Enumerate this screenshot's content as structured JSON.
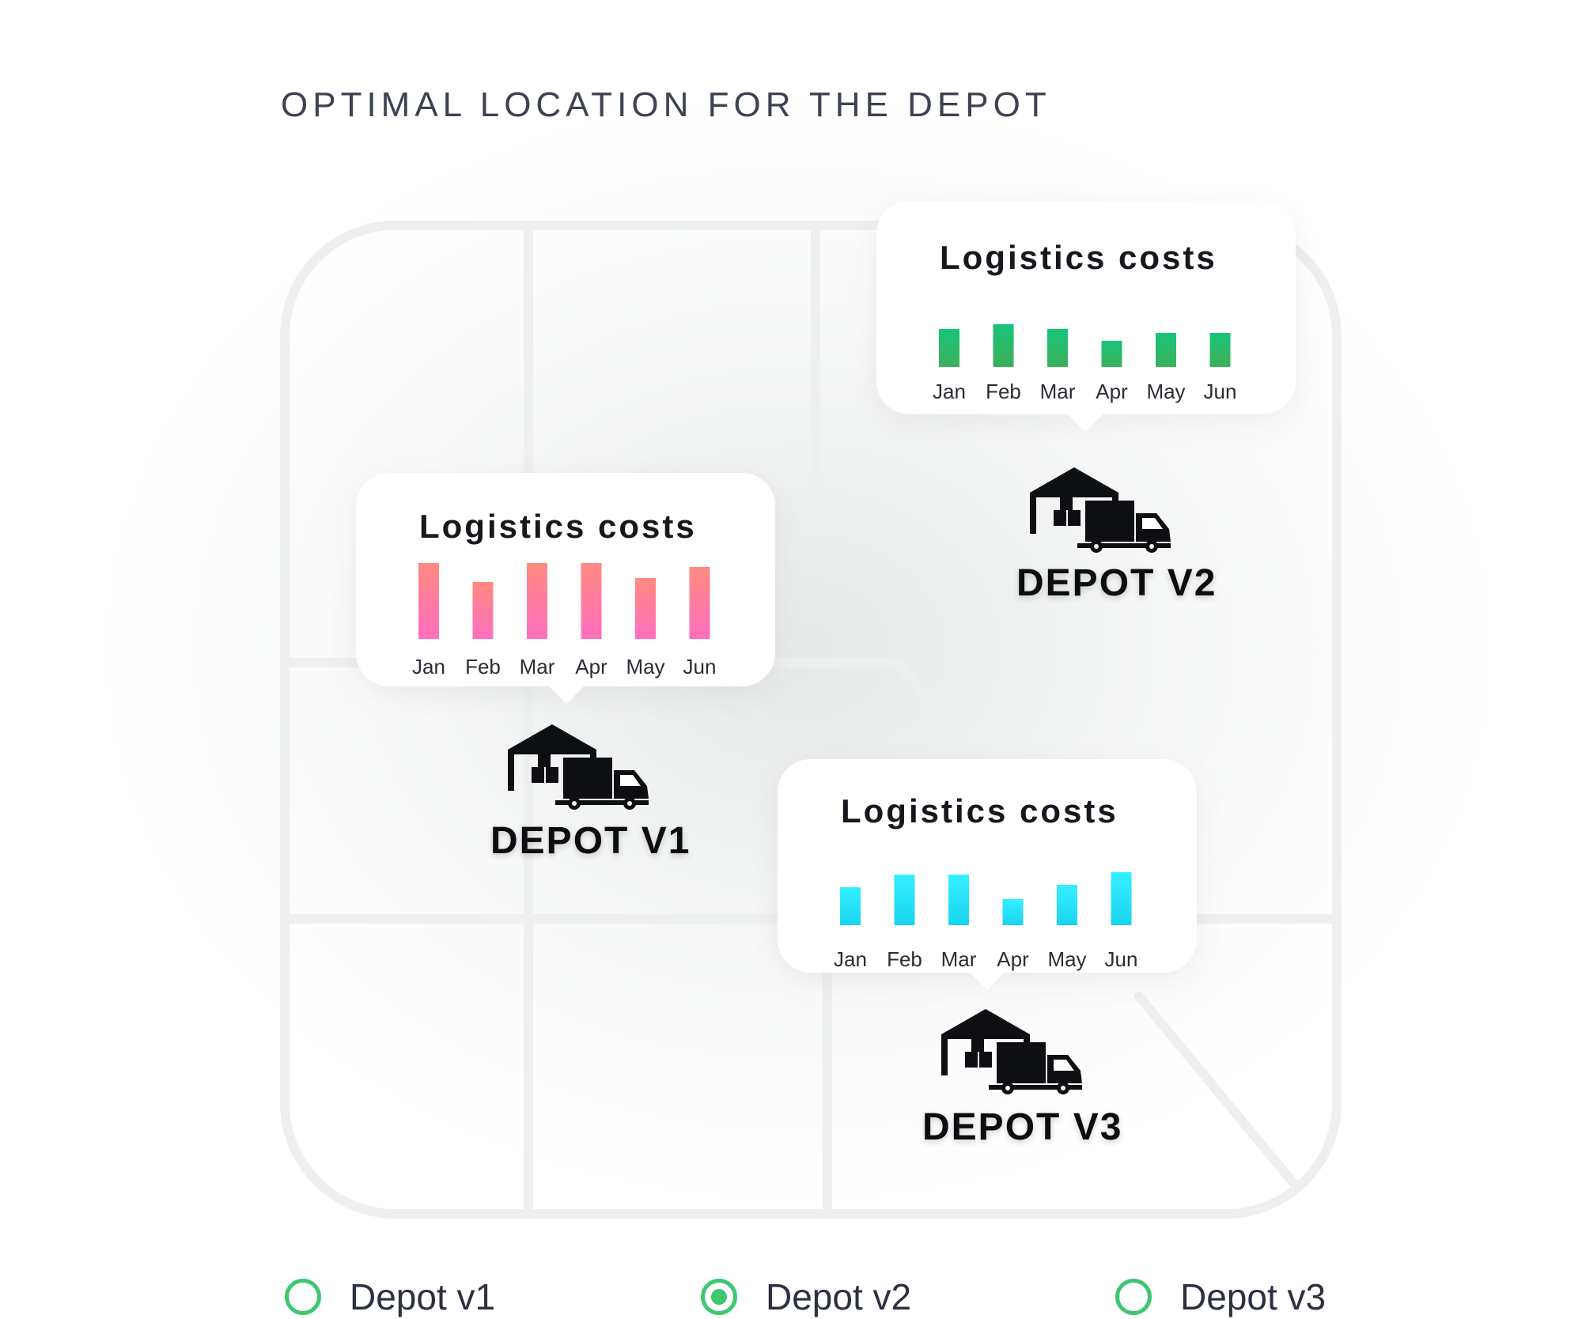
{
  "page": {
    "title": "OPTIMAL LOCATION FOR THE DEPOT"
  },
  "colors": {
    "accent_green": "#3fc673",
    "v1_bar_top": "#ff8a80",
    "v1_bar_bottom": "#ff6fbf",
    "v2_bar_top": "#17c47a",
    "v2_bar_bottom": "#3cb05a",
    "v3_bar_top": "#35f0ff",
    "v3_bar_bottom": "#19d4ef"
  },
  "depots": [
    {
      "id": "v1",
      "label": "DEPOT V1",
      "icon": "warehouse-truck-icon",
      "popup": {
        "title": "Logistics costs",
        "chart_data": {
          "type": "bar",
          "categories": [
            "Jan",
            "Feb",
            "Mar",
            "Apr",
            "May",
            "Jun"
          ],
          "values": [
            96,
            72,
            96,
            96,
            77,
            91
          ],
          "ylim": [
            0,
            100
          ]
        }
      }
    },
    {
      "id": "v2",
      "label": "DEPOT V2",
      "icon": "warehouse-truck-icon",
      "popup": {
        "title": "Logistics costs",
        "chart_data": {
          "type": "bar",
          "categories": [
            "Jan",
            "Feb",
            "Mar",
            "Apr",
            "May",
            "Jun"
          ],
          "values": [
            48,
            54,
            48,
            33,
            43,
            43
          ],
          "ylim": [
            0,
            100
          ]
        }
      }
    },
    {
      "id": "v3",
      "label": "DEPOT V3",
      "icon": "warehouse-truck-icon",
      "popup": {
        "title": "Logistics costs",
        "chart_data": {
          "type": "bar",
          "categories": [
            "Jan",
            "Feb",
            "Mar",
            "Apr",
            "May",
            "Jun"
          ],
          "values": [
            48,
            64,
            64,
            33,
            51,
            67
          ],
          "ylim": [
            0,
            100
          ]
        }
      }
    }
  ],
  "options": [
    {
      "label": "Depot v1",
      "selected": false
    },
    {
      "label": "Depot v2",
      "selected": true
    },
    {
      "label": "Depot v3",
      "selected": false
    }
  ]
}
